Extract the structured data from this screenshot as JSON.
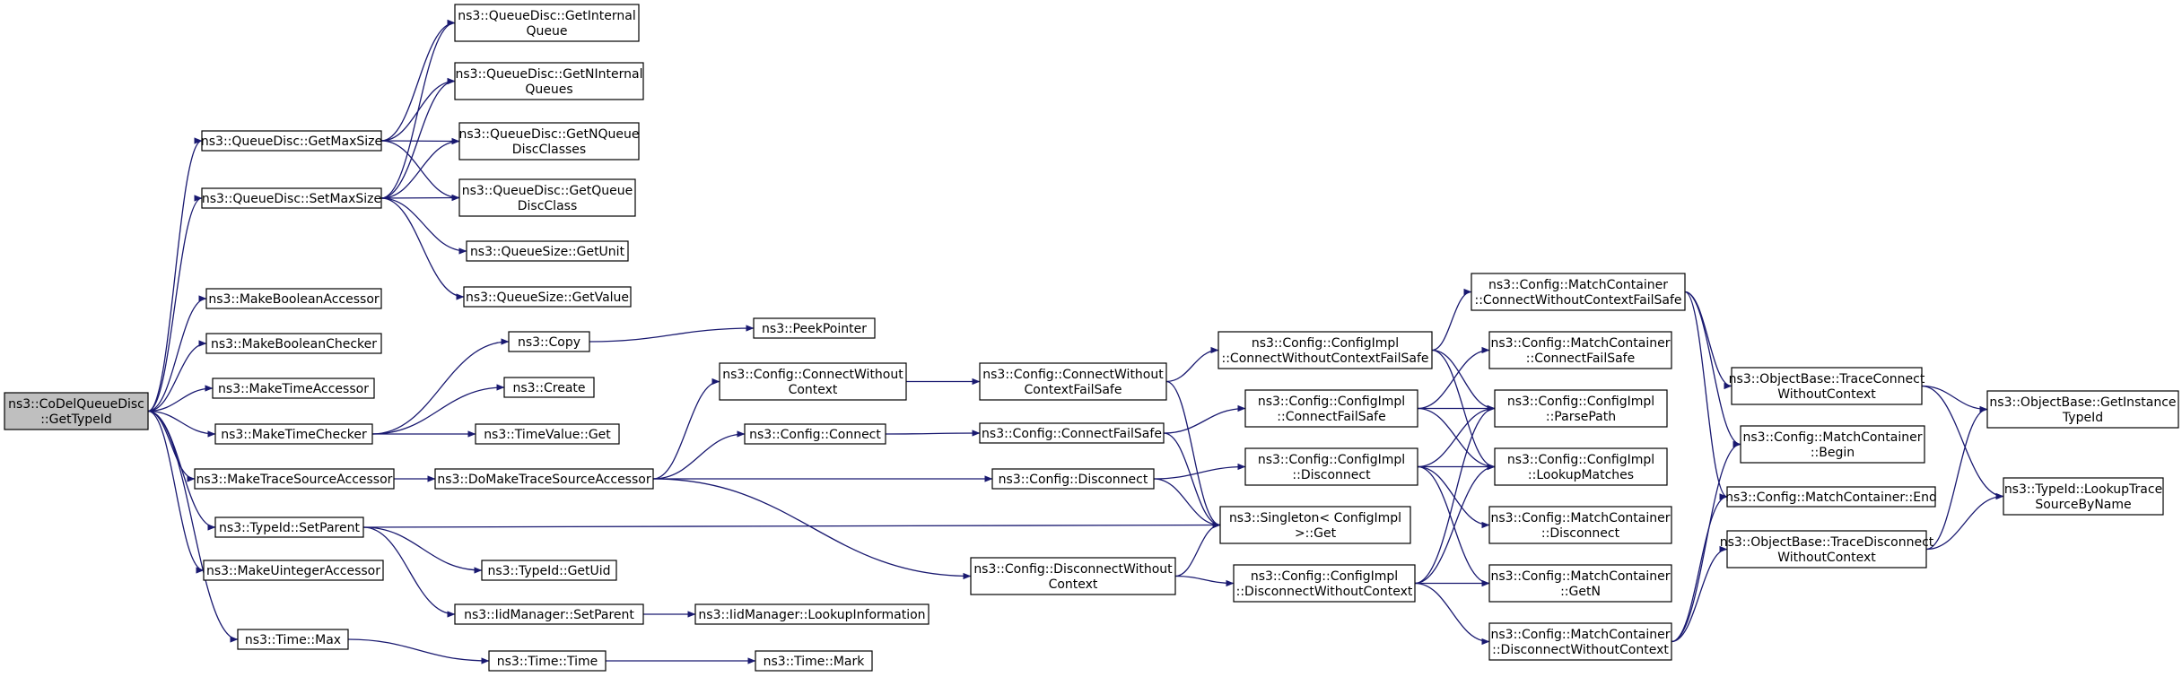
{
  "diagram": {
    "type": "call-graph",
    "edge_color": "#191970",
    "root_fill": "#bfbfbf",
    "nodes": [
      {
        "id": "root",
        "lines": [
          "ns3::CoDelQueueDisc",
          "::GetTypeId"
        ],
        "root": true
      },
      {
        "id": "qd_getmaxsize",
        "lines": [
          "ns3::QueueDisc::GetMaxSize"
        ]
      },
      {
        "id": "qd_setmaxsize",
        "lines": [
          "ns3::QueueDisc::SetMaxSize"
        ]
      },
      {
        "id": "make_bool_acc",
        "lines": [
          "ns3::MakeBooleanAccessor"
        ]
      },
      {
        "id": "make_bool_chk",
        "lines": [
          "ns3::MakeBooleanChecker"
        ]
      },
      {
        "id": "make_time_acc",
        "lines": [
          "ns3::MakeTimeAccessor"
        ]
      },
      {
        "id": "make_time_chk",
        "lines": [
          "ns3::MakeTimeChecker"
        ]
      },
      {
        "id": "make_trace_acc",
        "lines": [
          "ns3::MakeTraceSourceAccessor"
        ]
      },
      {
        "id": "typeid_setparent",
        "lines": [
          "ns3::TypeId::SetParent"
        ]
      },
      {
        "id": "make_uint_acc",
        "lines": [
          "ns3::MakeUintegerAccessor"
        ]
      },
      {
        "id": "time_max",
        "lines": [
          "ns3::Time::Max"
        ]
      },
      {
        "id": "qd_getinternal",
        "lines": [
          "ns3::QueueDisc::GetInternal",
          "Queue"
        ]
      },
      {
        "id": "qd_getninternal",
        "lines": [
          "ns3::QueueDisc::GetNInternal",
          "Queues"
        ]
      },
      {
        "id": "qd_getnqueue",
        "lines": [
          "ns3::QueueDisc::GetNQueue",
          "DiscClasses"
        ]
      },
      {
        "id": "qd_getqueue",
        "lines": [
          "ns3::QueueDisc::GetQueue",
          "DiscClass"
        ]
      },
      {
        "id": "qs_getunit",
        "lines": [
          "ns3::QueueSize::GetUnit"
        ]
      },
      {
        "id": "qs_getvalue",
        "lines": [
          "ns3::QueueSize::GetValue"
        ]
      },
      {
        "id": "copy",
        "lines": [
          "ns3::Copy"
        ]
      },
      {
        "id": "create",
        "lines": [
          "ns3::Create"
        ]
      },
      {
        "id": "timevalue_get",
        "lines": [
          "ns3::TimeValue::Get"
        ]
      },
      {
        "id": "do_make_trace",
        "lines": [
          "ns3::DoMakeTraceSourceAccessor"
        ]
      },
      {
        "id": "typeid_getuid",
        "lines": [
          "ns3::TypeId::GetUid"
        ]
      },
      {
        "id": "iid_setparent",
        "lines": [
          "ns3::IidManager::SetParent"
        ]
      },
      {
        "id": "time_time",
        "lines": [
          "ns3::Time::Time"
        ]
      },
      {
        "id": "peekpointer",
        "lines": [
          "ns3::PeekPointer"
        ]
      },
      {
        "id": "cfg_connect_wo",
        "lines": [
          "ns3::Config::ConnectWithout",
          "Context"
        ]
      },
      {
        "id": "cfg_connect",
        "lines": [
          "ns3::Config::Connect"
        ]
      },
      {
        "id": "cfg_disconnect",
        "lines": [
          "ns3::Config::Disconnect"
        ]
      },
      {
        "id": "cfg_disconnect_wo",
        "lines": [
          "ns3::Config::DisconnectWithout",
          "Context"
        ]
      },
      {
        "id": "iid_lookup",
        "lines": [
          "ns3::IidManager::LookupInformation"
        ]
      },
      {
        "id": "time_mark",
        "lines": [
          "ns3::Time::Mark"
        ]
      },
      {
        "id": "cfg_connect_wo_fs",
        "lines": [
          "ns3::Config::ConnectWithout",
          "ContextFailSafe"
        ]
      },
      {
        "id": "cfg_connect_fs",
        "lines": [
          "ns3::Config::ConnectFailSafe"
        ]
      },
      {
        "id": "impl_connect_wo_fs",
        "lines": [
          "ns3::Config::ConfigImpl",
          "::ConnectWithoutContextFailSafe"
        ]
      },
      {
        "id": "impl_connect_fs",
        "lines": [
          "ns3::Config::ConfigImpl",
          "::ConnectFailSafe"
        ]
      },
      {
        "id": "impl_disconnect",
        "lines": [
          "ns3::Config::ConfigImpl",
          "::Disconnect"
        ]
      },
      {
        "id": "singleton_get",
        "lines": [
          "ns3::Singleton< ConfigImpl",
          ">::Get"
        ]
      },
      {
        "id": "impl_disconnect_wo",
        "lines": [
          "ns3::Config::ConfigImpl",
          "::DisconnectWithoutContext"
        ]
      },
      {
        "id": "mc_connect_wo_fs",
        "lines": [
          "ns3::Config::MatchContainer",
          "::ConnectWithoutContextFailSafe"
        ]
      },
      {
        "id": "mc_connect_fs",
        "lines": [
          "ns3::Config::MatchContainer",
          "::ConnectFailSafe"
        ]
      },
      {
        "id": "impl_parsepath",
        "lines": [
          "ns3::Config::ConfigImpl",
          "::ParsePath"
        ]
      },
      {
        "id": "impl_lookup",
        "lines": [
          "ns3::Config::ConfigImpl",
          "::LookupMatches"
        ]
      },
      {
        "id": "mc_disconnect",
        "lines": [
          "ns3::Config::MatchContainer",
          "::Disconnect"
        ]
      },
      {
        "id": "mc_getn",
        "lines": [
          "ns3::Config::MatchContainer",
          "::GetN"
        ]
      },
      {
        "id": "mc_disconnect_wo",
        "lines": [
          "ns3::Config::MatchContainer",
          "::DisconnectWithoutContext"
        ]
      },
      {
        "id": "ob_trace_connect_wo",
        "lines": [
          "ns3::ObjectBase::TraceConnect",
          "WithoutContext"
        ]
      },
      {
        "id": "mc_begin",
        "lines": [
          "ns3::Config::MatchContainer",
          "::Begin"
        ]
      },
      {
        "id": "mc_end",
        "lines": [
          "ns3::Config::MatchContainer::End"
        ]
      },
      {
        "id": "ob_trace_disconnect_wo",
        "lines": [
          "ns3::ObjectBase::TraceDisconnect",
          "WithoutContext"
        ]
      },
      {
        "id": "ob_getinstance",
        "lines": [
          "ns3::ObjectBase::GetInstance",
          "TypeId"
        ]
      },
      {
        "id": "typeid_lookup_trace",
        "lines": [
          "ns3::TypeId::LookupTrace",
          "SourceByName"
        ]
      }
    ],
    "edges": [
      [
        "root",
        "qd_getmaxsize"
      ],
      [
        "root",
        "qd_setmaxsize"
      ],
      [
        "root",
        "make_bool_acc"
      ],
      [
        "root",
        "make_bool_chk"
      ],
      [
        "root",
        "make_time_acc"
      ],
      [
        "root",
        "make_time_chk"
      ],
      [
        "root",
        "make_trace_acc"
      ],
      [
        "root",
        "typeid_setparent"
      ],
      [
        "root",
        "make_uint_acc"
      ],
      [
        "root",
        "time_max"
      ],
      [
        "qd_getmaxsize",
        "qd_getinternal"
      ],
      [
        "qd_getmaxsize",
        "qd_getninternal"
      ],
      [
        "qd_getmaxsize",
        "qd_getnqueue"
      ],
      [
        "qd_getmaxsize",
        "qd_getqueue"
      ],
      [
        "qd_setmaxsize",
        "qd_getinternal"
      ],
      [
        "qd_setmaxsize",
        "qd_getninternal"
      ],
      [
        "qd_setmaxsize",
        "qd_getnqueue"
      ],
      [
        "qd_setmaxsize",
        "qd_getqueue"
      ],
      [
        "qd_setmaxsize",
        "qs_getunit"
      ],
      [
        "qd_setmaxsize",
        "qs_getvalue"
      ],
      [
        "make_time_chk",
        "copy"
      ],
      [
        "make_time_chk",
        "create"
      ],
      [
        "make_time_chk",
        "timevalue_get"
      ],
      [
        "copy",
        "peekpointer"
      ],
      [
        "make_trace_acc",
        "do_make_trace"
      ],
      [
        "do_make_trace",
        "cfg_connect_wo"
      ],
      [
        "do_make_trace",
        "cfg_connect"
      ],
      [
        "do_make_trace",
        "cfg_disconnect"
      ],
      [
        "do_make_trace",
        "cfg_disconnect_wo"
      ],
      [
        "typeid_setparent",
        "singleton_get"
      ],
      [
        "typeid_setparent",
        "typeid_getuid"
      ],
      [
        "typeid_setparent",
        "iid_setparent"
      ],
      [
        "iid_setparent",
        "iid_lookup"
      ],
      [
        "time_max",
        "time_time"
      ],
      [
        "time_time",
        "time_mark"
      ],
      [
        "cfg_connect_wo",
        "cfg_connect_wo_fs"
      ],
      [
        "cfg_connect",
        "cfg_connect_fs"
      ],
      [
        "cfg_disconnect",
        "impl_disconnect"
      ],
      [
        "cfg_disconnect",
        "singleton_get"
      ],
      [
        "cfg_disconnect_wo",
        "impl_disconnect_wo"
      ],
      [
        "cfg_disconnect_wo",
        "singleton_get"
      ],
      [
        "cfg_connect_wo_fs",
        "impl_connect_wo_fs"
      ],
      [
        "cfg_connect_wo_fs",
        "singleton_get"
      ],
      [
        "cfg_connect_fs",
        "impl_connect_fs"
      ],
      [
        "cfg_connect_fs",
        "singleton_get"
      ],
      [
        "impl_connect_wo_fs",
        "mc_connect_wo_fs"
      ],
      [
        "impl_connect_wo_fs",
        "impl_parsepath"
      ],
      [
        "impl_connect_wo_fs",
        "impl_lookup"
      ],
      [
        "impl_connect_fs",
        "mc_connect_fs"
      ],
      [
        "impl_connect_fs",
        "impl_parsepath"
      ],
      [
        "impl_connect_fs",
        "impl_lookup"
      ],
      [
        "impl_disconnect",
        "impl_parsepath"
      ],
      [
        "impl_disconnect",
        "impl_lookup"
      ],
      [
        "impl_disconnect",
        "mc_disconnect"
      ],
      [
        "impl_disconnect",
        "mc_getn"
      ],
      [
        "impl_disconnect_wo",
        "impl_parsepath"
      ],
      [
        "impl_disconnect_wo",
        "impl_lookup"
      ],
      [
        "impl_disconnect_wo",
        "mc_getn"
      ],
      [
        "impl_disconnect_wo",
        "mc_disconnect_wo"
      ],
      [
        "mc_connect_wo_fs",
        "ob_trace_connect_wo"
      ],
      [
        "mc_connect_wo_fs",
        "mc_begin"
      ],
      [
        "mc_connect_wo_fs",
        "mc_end"
      ],
      [
        "mc_disconnect_wo",
        "mc_begin"
      ],
      [
        "mc_disconnect_wo",
        "mc_end"
      ],
      [
        "mc_disconnect_wo",
        "ob_trace_disconnect_wo"
      ],
      [
        "ob_trace_connect_wo",
        "ob_getinstance"
      ],
      [
        "ob_trace_connect_wo",
        "typeid_lookup_trace"
      ],
      [
        "ob_trace_disconnect_wo",
        "ob_getinstance"
      ],
      [
        "ob_trace_disconnect_wo",
        "typeid_lookup_trace"
      ]
    ]
  }
}
